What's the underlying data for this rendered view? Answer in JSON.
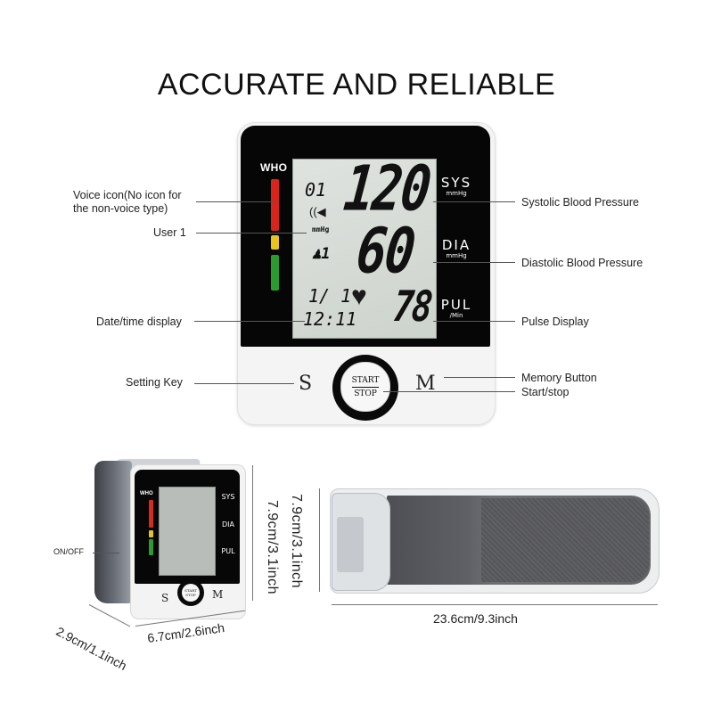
{
  "headline": "ACCURATE AND RELIABLE",
  "device": {
    "who_label": "WHO",
    "lcd": {
      "systolic": "120",
      "diastolic": "60",
      "pulse": "78",
      "memory_no": "01",
      "user": "1",
      "unit_small": "mmHg",
      "date": "1/ 1",
      "time": "12:11"
    },
    "labels": {
      "sys": "SYS",
      "sys_unit": "mmHg",
      "dia": "DIA",
      "dia_unit": "mmHg",
      "pul": "PUL",
      "pul_unit": "/Min"
    },
    "buttons": {
      "setting": "S",
      "memory": "M",
      "start": "START",
      "stop": "STOP"
    },
    "led_colors": {
      "red": "#d9241c",
      "yellow": "#e6c41d",
      "green": "#2c9b2f"
    }
  },
  "callouts": {
    "voice_icon": "Voice icon(No icon for the non-voice type)",
    "user_1": "User 1",
    "date_time": "Date/time display",
    "setting_key": "Setting Key",
    "systolic": "Systolic Blood Pressure",
    "diastolic": "Diastolic Blood Pressure",
    "pulse": "Pulse Display",
    "memory": "Memory Button",
    "start_stop": "Start/stop"
  },
  "small_device": {
    "who": "WHO",
    "sys": "SYS",
    "dia": "DIA",
    "pul": "PUL",
    "s": "S",
    "m": "M",
    "on_off": "ON/OFF",
    "height": "7.9cm/3.1inch",
    "width": "6.7cm/2.6inch",
    "depth": "2.9cm/1.1inch"
  },
  "cuff": {
    "height": "7.9cm/3.1inch",
    "length": "23.6cm/9.3inch"
  }
}
